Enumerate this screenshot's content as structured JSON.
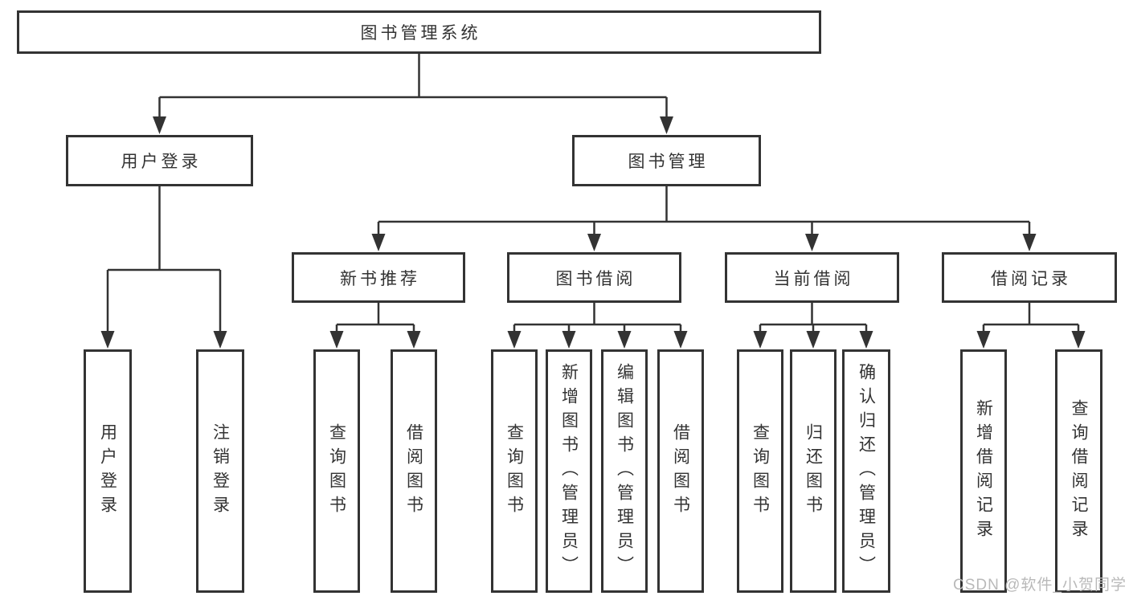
{
  "tree": {
    "root": {
      "label": "图书管理系统",
      "children": [
        {
          "label": "用户登录",
          "children": [
            {
              "label": "用户登录"
            },
            {
              "label": "注销登录"
            }
          ]
        },
        {
          "label": "图书管理",
          "children": [
            {
              "label": "新书推荐",
              "children": [
                {
                  "label": "查询图书"
                },
                {
                  "label": "借阅图书"
                }
              ]
            },
            {
              "label": "图书借阅",
              "children": [
                {
                  "label": "查询图书"
                },
                {
                  "label": "新增图书（管理员）"
                },
                {
                  "label": "编辑图书（管理员）"
                },
                {
                  "label": "借阅图书"
                }
              ]
            },
            {
              "label": "当前借阅",
              "children": [
                {
                  "label": "查询图书"
                },
                {
                  "label": "归还图书"
                },
                {
                  "label": "确认归还（管理员）"
                }
              ]
            },
            {
              "label": "借阅记录",
              "children": [
                {
                  "label": "新增借阅记录"
                },
                {
                  "label": "查询借阅记录"
                }
              ]
            }
          ]
        }
      ]
    }
  },
  "watermark": {
    "text": "CSDN @软件_小贺同学"
  },
  "colors": {
    "line": "#333333",
    "box_border": "#333333",
    "text": "#333333",
    "watermark_text": "#b9b9b9",
    "background": "#ffffff"
  }
}
